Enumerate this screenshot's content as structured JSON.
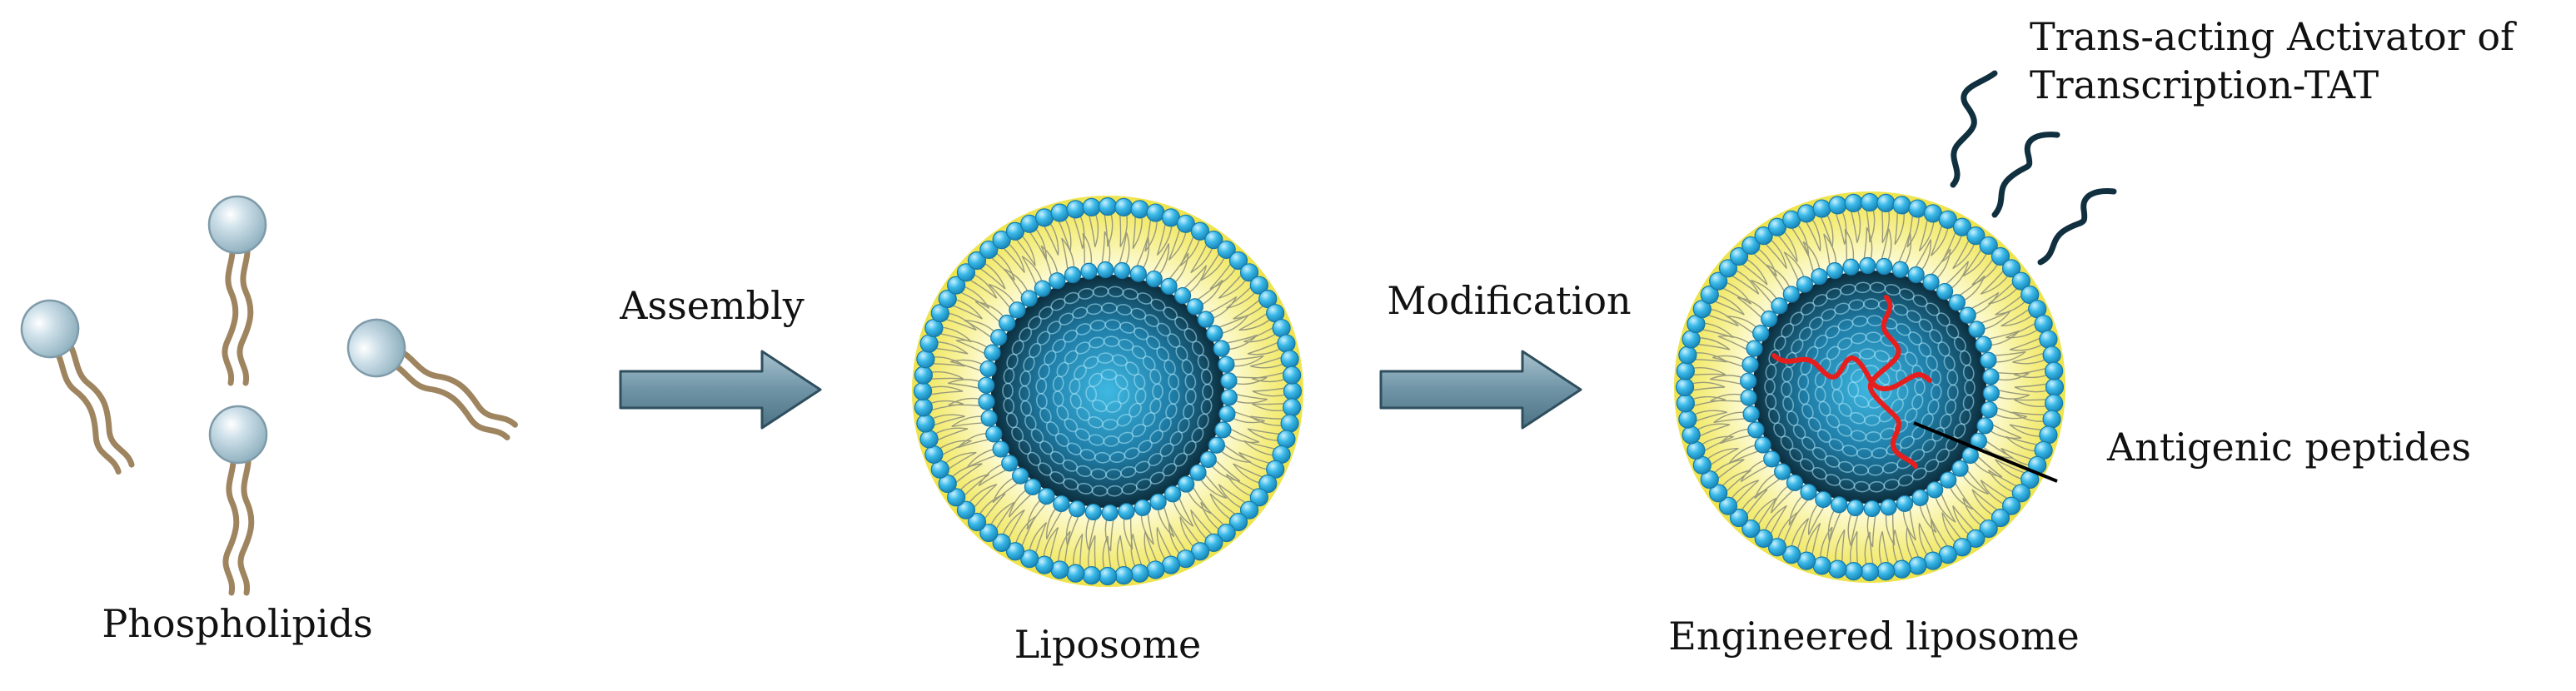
{
  "labels": {
    "phospholipids": "Phospholipids",
    "assembly": "Assembly",
    "liposome": "Liposome",
    "modification": "Modification",
    "engineered_liposome": "Engineered liposome",
    "tat_line1": "Trans-acting Activator of",
    "tat_line2": "Transcription-TAT",
    "antigenic_peptides": "Antigenic peptides"
  },
  "colors": {
    "head_fill": "#b3ccd9",
    "head_stroke": "#7f9aa8",
    "tail": "#9e8560",
    "arrow_fill": "#6f94a6",
    "arrow_stroke": "#2f4f5e",
    "bead_fill": "#35b5e6",
    "bead_stroke": "#1479a8",
    "yellow_layer": "#f4ee6c",
    "core_dark": "#123444",
    "core_mid": "#2aa8d4",
    "peptide": "#e61e1e",
    "tat_chain": "#11303f",
    "leader": "#000000"
  },
  "icons": {
    "phospholipid": "phospholipid-icon",
    "arrow": "right-arrow-icon",
    "liposome": "liposome-icon",
    "peptide": "peptide-strand-icon",
    "tat": "tat-peptide-icon"
  }
}
